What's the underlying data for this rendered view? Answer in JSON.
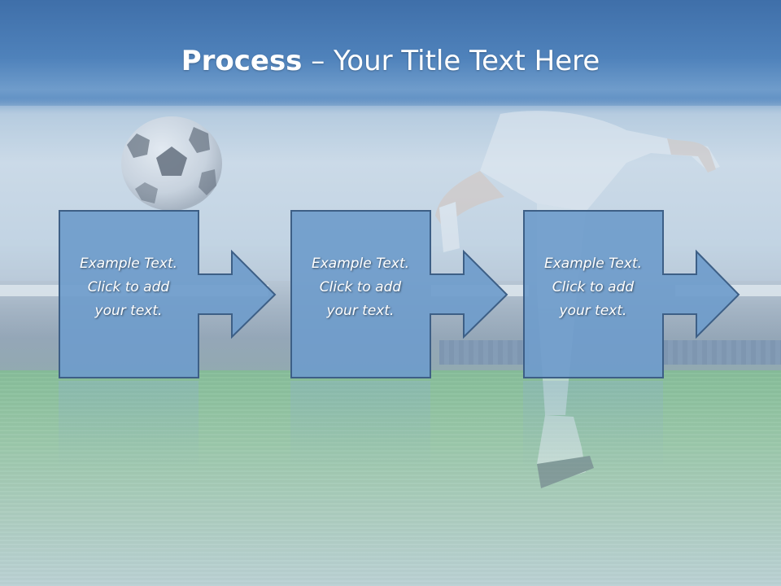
{
  "slide": {
    "title_bold": "Process",
    "title_rest": " – Your Title Text Here",
    "steps": [
      {
        "line1": "Example Text.",
        "line2": "Click  to add",
        "line3": "your text."
      },
      {
        "line1": "Example Text.",
        "line2": "Click  to add",
        "line3": "your text."
      },
      {
        "line1": "Example Text.",
        "line2": "Click  to add",
        "line3": "your text."
      }
    ],
    "colors": {
      "box_fill": "#6f9ccb",
      "box_border": "#3d5f86",
      "header": "#4f82bb",
      "text": "#ffffff"
    },
    "background": {
      "ball_icon": "soccer-ball-icon",
      "player_icon": "player-icon"
    }
  }
}
